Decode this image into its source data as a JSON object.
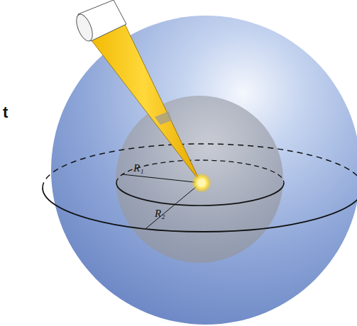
{
  "diagram": {
    "labels": [
      "t",
      "R₁",
      "R₂"
    ]
  }
}
